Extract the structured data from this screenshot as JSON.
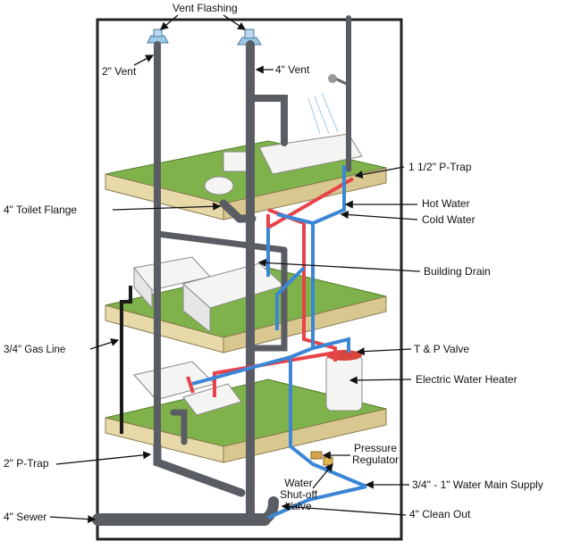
{
  "labels": {
    "vent_flashing": "Vent Flashing",
    "vent_2in": "2\" Vent",
    "vent_4in": "4\" Vent",
    "ptrap_1_5": "1 1/2\" P-Trap",
    "hot_water": "Hot Water",
    "cold_water": "Cold Water",
    "toilet_flange": "4\" Toilet Flange",
    "building_drain": "Building Drain",
    "gas_line": "3/4\" Gas Line",
    "tp_valve": "T & P Valve",
    "electric_water_heater": "Electric Water Heater",
    "pressure_regulator_line1": "Pressure",
    "pressure_regulator_line2": "Regulator",
    "ptrap_2in": "2\" P-Trap",
    "water_shutoff_line1": "Water",
    "water_shutoff_line2": "Shut-off",
    "water_shutoff_line3": "Valve",
    "water_main": "3/4\" - 1\" Water Main Supply",
    "sewer_4in": "4\" Sewer",
    "clean_out_4in": "4\" Clean Out"
  },
  "colors": {
    "floor": "#7fb24a",
    "floor_edge": "#e8d9a8",
    "drain_pipe": "#5a5d63",
    "hot_water": "#e8434a",
    "cold_water": "#3b86d6",
    "gas_line": "#1a1a1a",
    "fixture": "#f4f4f2",
    "house_frame": "#222222"
  }
}
